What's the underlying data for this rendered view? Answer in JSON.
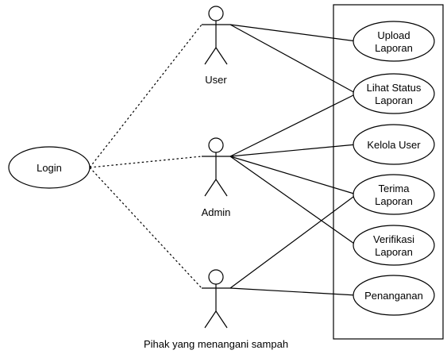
{
  "actors": [
    {
      "id": "user",
      "label": "User"
    },
    {
      "id": "admin",
      "label": "Admin"
    },
    {
      "id": "pihak",
      "label": "Pihak yang menangani sampah"
    }
  ],
  "login": {
    "label": "Login"
  },
  "use_cases": [
    {
      "id": "upload",
      "lines": [
        "Upload",
        "Laporan"
      ]
    },
    {
      "id": "lihat",
      "lines": [
        "Lihat Status",
        "Laporan"
      ]
    },
    {
      "id": "kelola",
      "lines": [
        "Kelola User"
      ]
    },
    {
      "id": "terima",
      "lines": [
        "Terima",
        "Laporan"
      ]
    },
    {
      "id": "verifikasi",
      "lines": [
        "Verifikasi",
        "Laporan"
      ]
    },
    {
      "id": "penanganan",
      "lines": [
        "Penanganan"
      ]
    }
  ],
  "associations": [
    {
      "actor": "user",
      "use_case": "upload"
    },
    {
      "actor": "user",
      "use_case": "lihat"
    },
    {
      "actor": "admin",
      "use_case": "lihat"
    },
    {
      "actor": "admin",
      "use_case": "kelola"
    },
    {
      "actor": "admin",
      "use_case": "terima"
    },
    {
      "actor": "admin",
      "use_case": "verifikasi"
    },
    {
      "actor": "pihak",
      "use_case": "terima"
    },
    {
      "actor": "pihak",
      "use_case": "penanganan"
    }
  ],
  "login_links": [
    "user",
    "admin",
    "pihak"
  ]
}
